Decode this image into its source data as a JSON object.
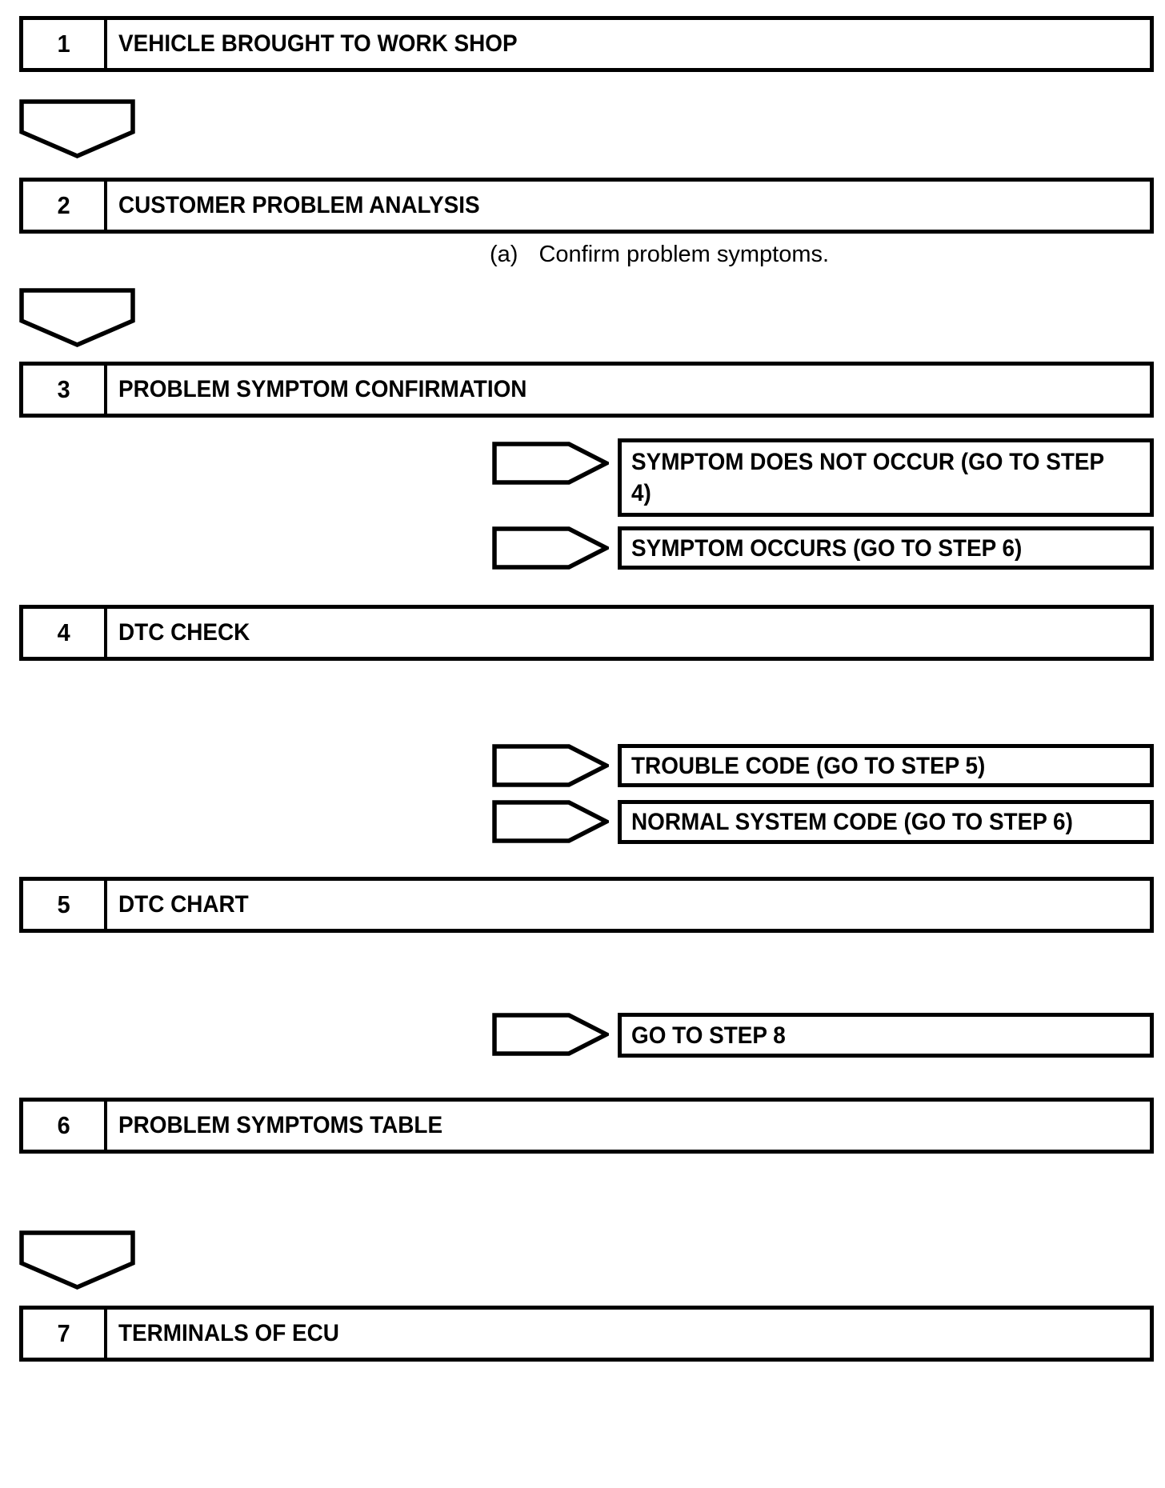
{
  "flowchart": {
    "steps": [
      {
        "number": "1",
        "title": "VEHICLE BROUGHT TO WORK SHOP"
      },
      {
        "number": "2",
        "title": "CUSTOMER PROBLEM ANALYSIS"
      },
      {
        "number": "3",
        "title": "PROBLEM SYMPTOM CONFIRMATION"
      },
      {
        "number": "4",
        "title": "DTC CHECK"
      },
      {
        "number": "5",
        "title": "DTC CHART"
      },
      {
        "number": "6",
        "title": "PROBLEM SYMPTOMS TABLE"
      },
      {
        "number": "7",
        "title": "TERMINALS OF ECU"
      }
    ],
    "note": {
      "label": "(a)",
      "text": "Confirm problem symptoms."
    },
    "branches": [
      {
        "from_step": "3",
        "label": "SYMPTOM DOES NOT OCCUR (GO TO STEP 4)"
      },
      {
        "from_step": "3",
        "label": "SYMPTOM OCCURS (GO TO STEP 6)"
      },
      {
        "from_step": "4",
        "label": "TROUBLE CODE (GO TO STEP 5)"
      },
      {
        "from_step": "4",
        "label": "NORMAL SYSTEM CODE (GO TO STEP 6)"
      },
      {
        "from_step": "5",
        "label": "GO TO STEP 8"
      }
    ],
    "colors": {
      "line": "#000000",
      "background": "#ffffff",
      "text": "#000000"
    }
  }
}
